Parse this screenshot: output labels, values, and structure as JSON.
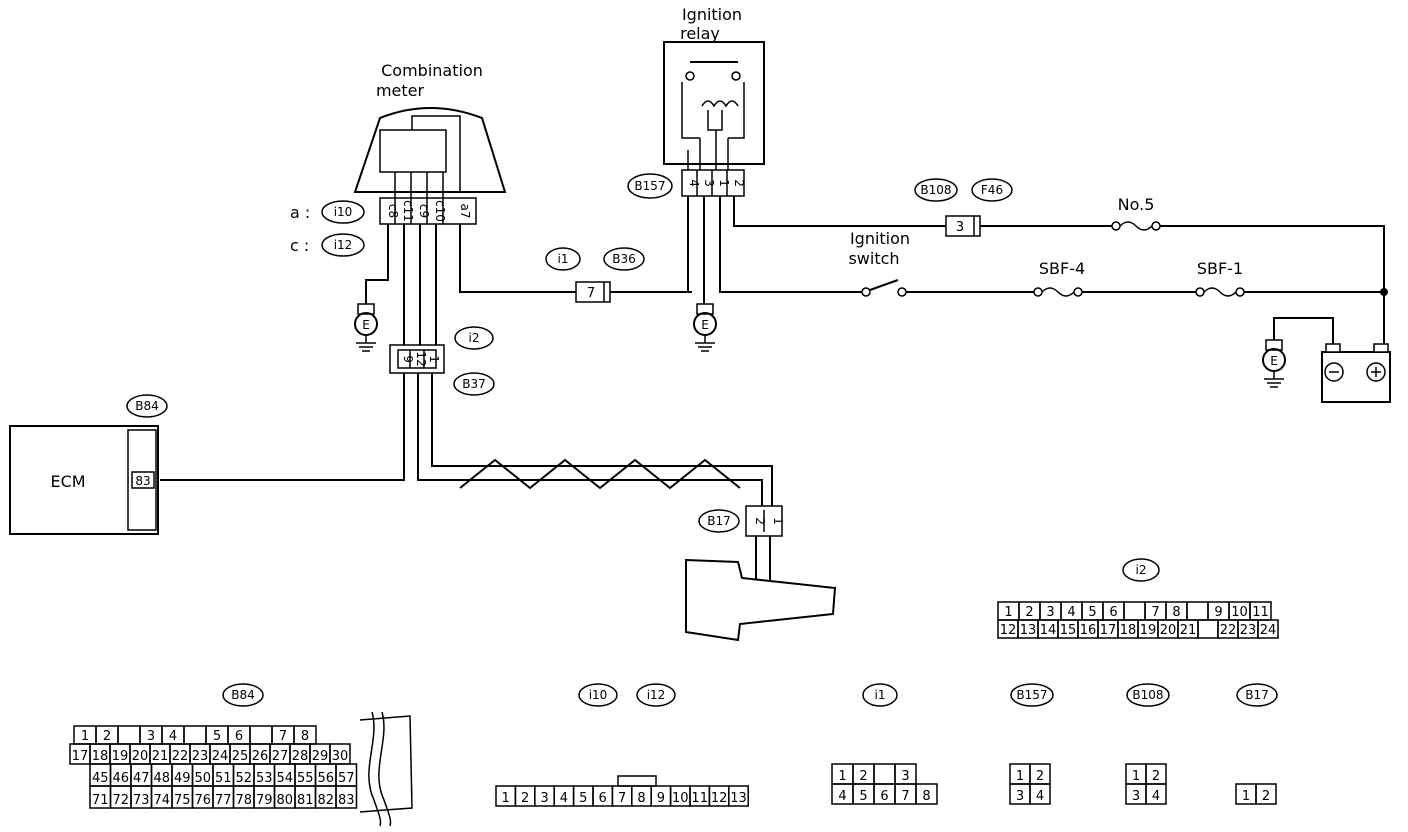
{
  "components": {
    "combination_meter": "Combination\nmeter",
    "ignition_relay": "Ignition\nrelay",
    "ignition_switch": "Ignition\nswitch",
    "ecm": "ECM",
    "fuse_no5": "No.5",
    "sbf4": "SBF-4",
    "sbf1": "SBF-1",
    "ground": "E"
  },
  "connector_tags": {
    "i10": "i10",
    "i12": "i12",
    "i2": "i2",
    "B37": "B37",
    "i1": "i1",
    "B36": "B36",
    "B157": "B157",
    "B108": "B108",
    "F46": "F46",
    "B84": "B84",
    "B17": "B17"
  },
  "meter_legend": [
    {
      "letter": "a :",
      "conn": "i10"
    },
    {
      "letter": "c :",
      "conn": "i12"
    }
  ],
  "wire_pins": {
    "meter": [
      "c8",
      "c11",
      "c9",
      "c10",
      "a7"
    ],
    "i2": [
      "9",
      "12",
      "1"
    ],
    "i1": "7",
    "relay": [
      "4",
      "3",
      "1",
      "2"
    ],
    "b108": "3",
    "ecm": "83",
    "b17": [
      "2",
      "1"
    ]
  },
  "pinouts": {
    "i2": {
      "row1": [
        "1",
        "2",
        "3",
        "4",
        "5",
        "6",
        "",
        "7",
        "8",
        "",
        "9",
        "10",
        "11"
      ],
      "row2": [
        "12",
        "13",
        "14",
        "15",
        "16",
        "17",
        "18",
        "19",
        "20",
        "21",
        "",
        "22",
        "23",
        "24"
      ]
    },
    "b84": {
      "row1": [
        "1",
        "2",
        "",
        "3",
        "4",
        "",
        "5",
        "6",
        "",
        "7",
        "8"
      ],
      "row2": [
        "17",
        "18",
        "19",
        "20",
        "21",
        "22",
        "23",
        "24",
        "25",
        "26",
        "27",
        "28",
        "29",
        "30"
      ],
      "row3": [
        "45",
        "46",
        "47",
        "48",
        "49",
        "50",
        "51",
        "52",
        "53",
        "54",
        "55",
        "56",
        "57"
      ],
      "row4": [
        "71",
        "72",
        "73",
        "74",
        "75",
        "76",
        "77",
        "78",
        "79",
        "80",
        "81",
        "82",
        "83"
      ]
    },
    "i10_i12": [
      "1",
      "2",
      "3",
      "4",
      "5",
      "6",
      "7",
      "8",
      "9",
      "10",
      "11",
      "12",
      "13"
    ],
    "i1": {
      "row1": [
        "1",
        "2",
        "",
        "3"
      ],
      "row2": [
        "4",
        "5",
        "6",
        "7",
        "8"
      ]
    },
    "b157": {
      "row1": [
        "1",
        "2"
      ],
      "row2": [
        "3",
        "4"
      ]
    },
    "b108": {
      "row1": [
        "1",
        "2"
      ],
      "row2": [
        "3",
        "4"
      ]
    },
    "b17": [
      "1",
      "2"
    ]
  }
}
